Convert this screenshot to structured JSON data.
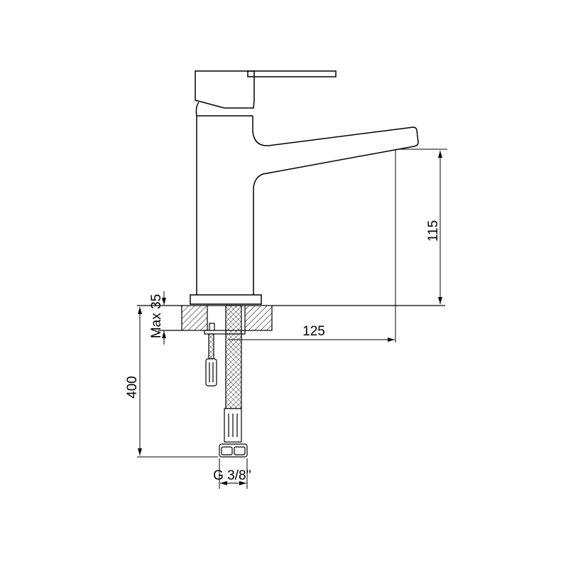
{
  "dimensions": {
    "spout_height": "115",
    "spout_reach": "125",
    "hose_length": "400",
    "max_counter_thickness": "Max 35",
    "connection_thread": "G 3/8''"
  },
  "colors": {
    "line": "#000000",
    "background": "#ffffff"
  }
}
